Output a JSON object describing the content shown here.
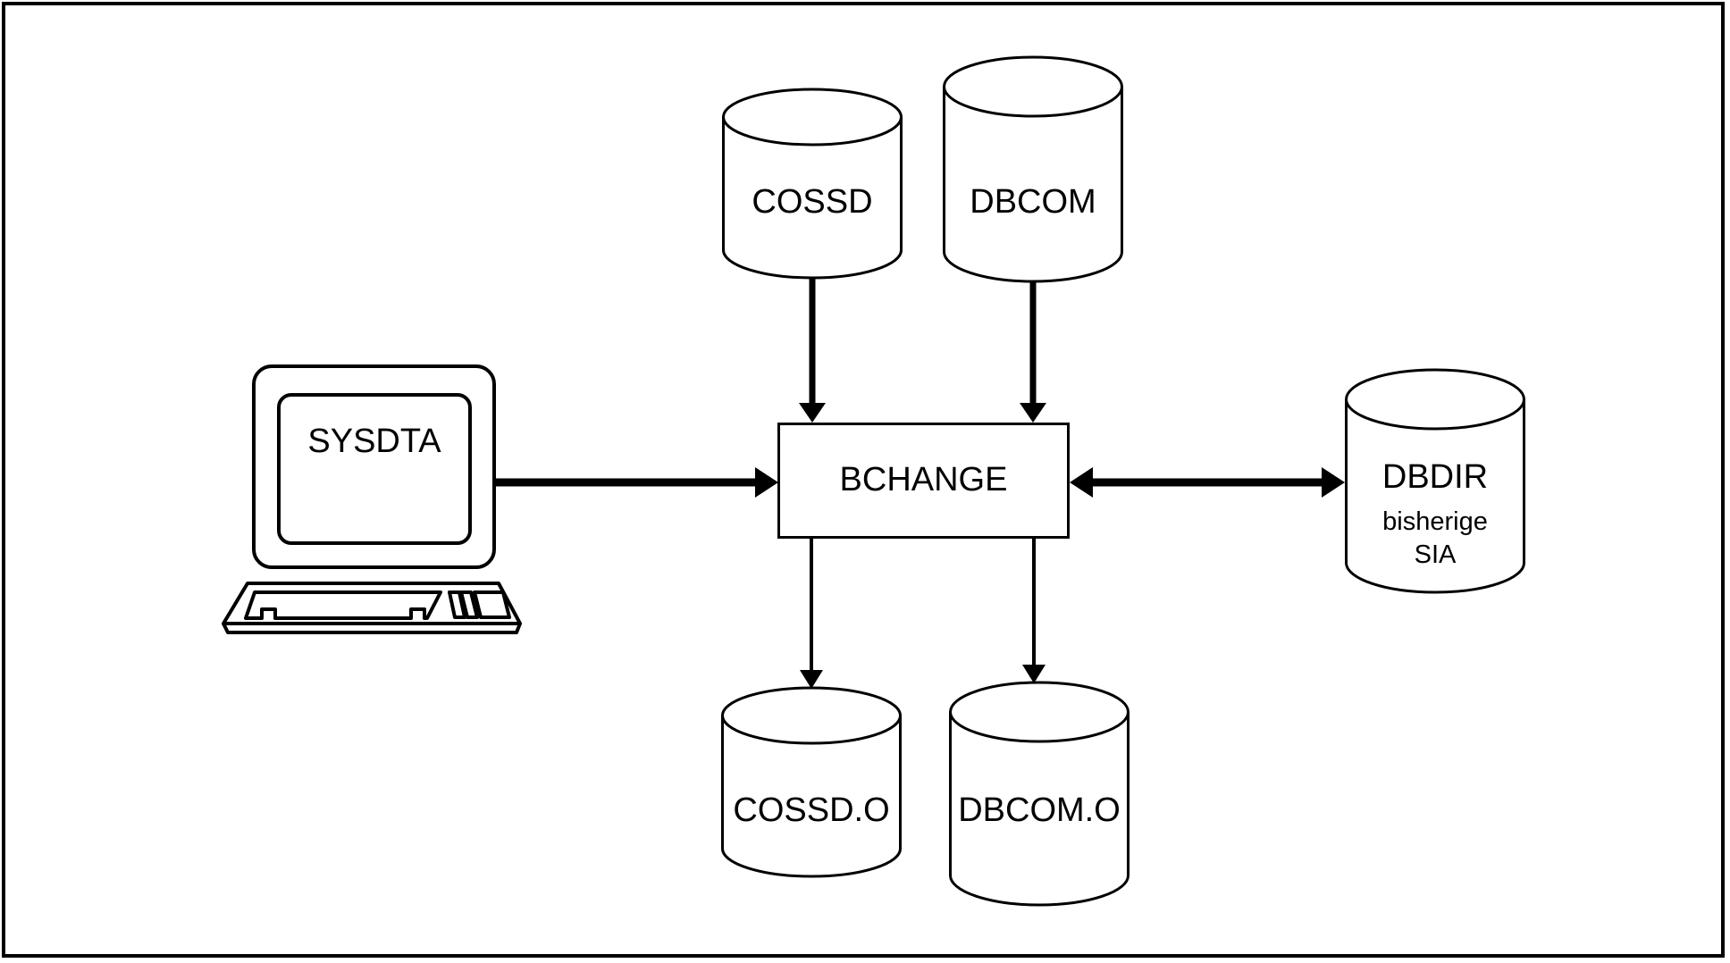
{
  "diagram": {
    "nodes": {
      "sysdta": {
        "label": "SYSDTA",
        "shape": "terminal"
      },
      "cossd": {
        "label": "COSSD",
        "shape": "disk-cylinder"
      },
      "dbcom": {
        "label": "DBCOM",
        "shape": "disk-cylinder"
      },
      "bchange": {
        "label": "BCHANGE",
        "shape": "process-box"
      },
      "dbdir": {
        "label": "DBDIR",
        "sublabel1": "bisherige",
        "sublabel2": "SIA",
        "shape": "disk-cylinder"
      },
      "cossd_o": {
        "label": "COSSD.O",
        "shape": "disk-cylinder"
      },
      "dbcom_o": {
        "label": "DBCOM.O",
        "shape": "disk-cylinder"
      }
    },
    "edges": [
      {
        "from": "COSSD",
        "to": "BCHANGE",
        "arrow": "to",
        "style": "thick"
      },
      {
        "from": "DBCOM",
        "to": "BCHANGE",
        "arrow": "to",
        "style": "thick"
      },
      {
        "from": "SYSDTA",
        "to": "BCHANGE",
        "arrow": "to",
        "style": "thick"
      },
      {
        "from": "BCHANGE",
        "to": "DBDIR",
        "arrow": "both",
        "style": "thick"
      },
      {
        "from": "BCHANGE",
        "to": "COSSD.O",
        "arrow": "to",
        "style": "thin"
      },
      {
        "from": "BCHANGE",
        "to": "DBCOM.O",
        "arrow": "to",
        "style": "thin"
      }
    ],
    "colors": {
      "line": "#000000",
      "fill": "#ffffff",
      "text": "#000000"
    }
  }
}
